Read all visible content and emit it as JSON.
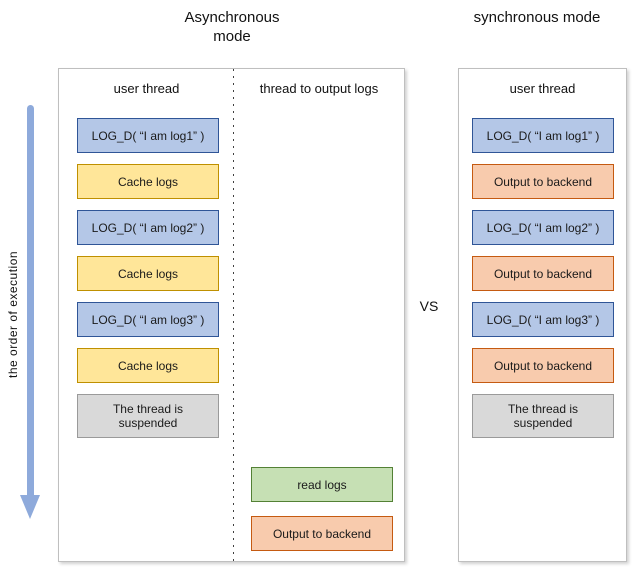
{
  "diagram": {
    "left_title": "Asynchronous mode",
    "right_title": "synchronous mode",
    "versus_label": "VS",
    "execution_axis_label": "the order of execution"
  },
  "async_panel": {
    "user_thread_header": "user thread",
    "output_thread_header": "thread to output logs",
    "user_thread_boxes": [
      {
        "label": "LOG_D( “I am log1” )",
        "type": "log-call"
      },
      {
        "label": "Cache logs",
        "type": "cache"
      },
      {
        "label": "LOG_D( “I am log2” )",
        "type": "log-call"
      },
      {
        "label": "Cache logs",
        "type": "cache"
      },
      {
        "label": "LOG_D( “I am log3” )",
        "type": "log-call"
      },
      {
        "label": "Cache logs",
        "type": "cache"
      },
      {
        "label": "The thread is suspended",
        "type": "suspended"
      }
    ],
    "output_thread_boxes": [
      {
        "label": "read logs",
        "type": "read"
      },
      {
        "label": "Output to backend",
        "type": "output"
      }
    ]
  },
  "sync_panel": {
    "user_thread_header": "user thread",
    "user_thread_boxes": [
      {
        "label": "LOG_D( “I am log1” )",
        "type": "log-call"
      },
      {
        "label": "Output to backend",
        "type": "output"
      },
      {
        "label": "LOG_D( “I am log2” )",
        "type": "log-call"
      },
      {
        "label": "Output to backend",
        "type": "output"
      },
      {
        "label": "LOG_D( “I am log3” )",
        "type": "log-call"
      },
      {
        "label": "Output to backend",
        "type": "output"
      },
      {
        "label": "The thread is suspended",
        "type": "suspended"
      }
    ]
  },
  "colors": {
    "log_call_fill": "#B4C7E7",
    "log_call_border": "#2F5597",
    "cache_fill": "#FFE699",
    "cache_border": "#BF9000",
    "output_fill": "#F8CBAD",
    "output_border": "#C55A11",
    "read_fill": "#C6E0B4",
    "read_border": "#538135",
    "suspended_fill": "#D9D9D9",
    "suspended_border": "#9A9A9A",
    "arrow": "#8EAADB"
  }
}
